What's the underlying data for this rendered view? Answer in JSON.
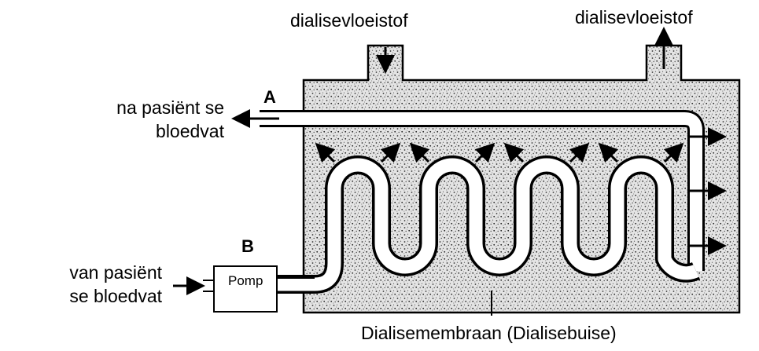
{
  "labels": {
    "dialysate_in": "dialisevloeistof",
    "dialysate_out": "dialisevloeistof",
    "to_patient_line1": "na pasiënt se",
    "to_patient_line2": "bloedvat",
    "from_patient_line1": "van pasiënt",
    "from_patient_line2": "se bloedvat",
    "point_a": "A",
    "point_b": "B",
    "pump": "Pomp",
    "membrane": "Dialisemembraan (Dialisebuise)"
  },
  "colors": {
    "ink": "#000000",
    "background": "#ffffff",
    "dialysate_fill": "#d9d9d9",
    "tube_fill": "#ffffff"
  },
  "icons": {
    "arrow": "arrow-icon",
    "pump": "pump-icon"
  }
}
